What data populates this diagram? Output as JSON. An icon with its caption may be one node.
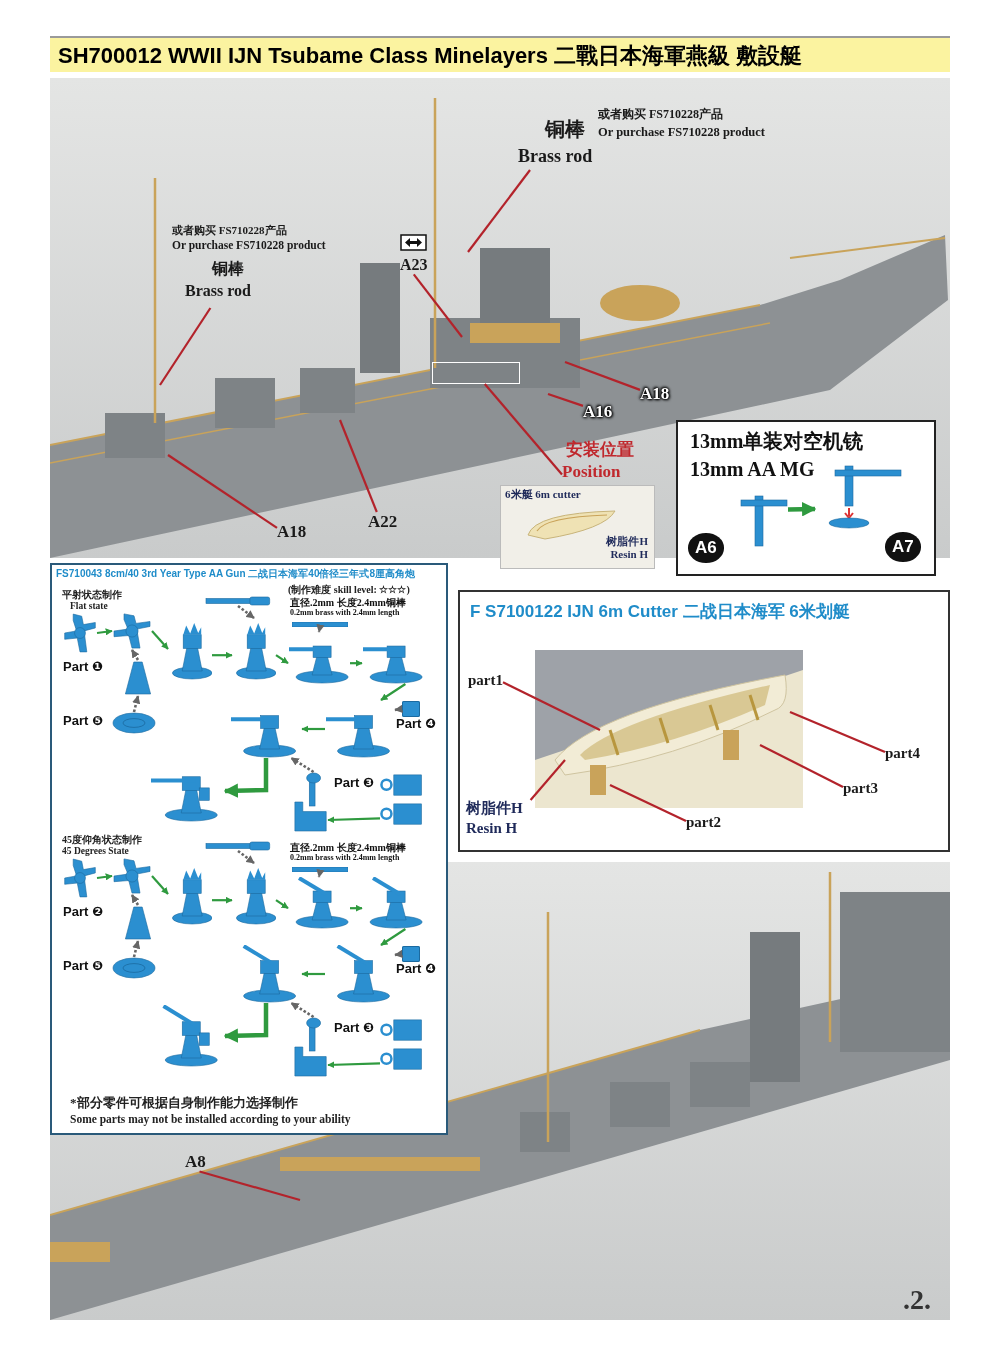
{
  "diagram": {
    "title": "SH700012 WWII IJN Tsubame Class Minelayers 二戰日本海軍燕級 敷設艇",
    "nodes": [
      {
        "text": [
          "铜棒",
          "或者购买 FS710228产品",
          "Or purchase FS710228 product",
          "Brass rod"
        ]
      },
      {
        "text": [
          "或者购买 FS710228产品",
          "Or purchase FS710228 product",
          "铜棒",
          "Brass rod"
        ]
      },
      {
        "text": [
          "A23"
        ]
      },
      {
        "text": [
          "A18"
        ]
      },
      {
        "text": [
          "A16"
        ]
      },
      {
        "text": [
          "安装位置",
          "Position"
        ]
      },
      {
        "text": [
          "A22"
        ]
      },
      {
        "text": [
          "A18"
        ]
      },
      {
        "text": [],
        "shape": "box"
      },
      {
        "text": [
          "6米艇 6m cutter",
          "树脂件H Resin H"
        ]
      },
      {
        "text": [
          "13mm单装对空机铳",
          "13mm AA MG"
        ]
      },
      {
        "text": [],
        "shape": "picture",
        "in": 10,
        "beside": [
          "A6"
        ]
      },
      {
        "text": [],
        "shape": "picture",
        "in": 10,
        "beside": [
          "A7"
        ]
      },
      {
        "text": [
          "FS710043  8cm/40 3rd Year Type AA Gun 二战日本海军40倍径三年式8厘高角炮",
          "(制作难度 skill level: ☆☆☆)"
        ]
      },
      {
        "text": [],
        "shape": "picture",
        "in": 13,
        "beside": [
          "Part ❶"
        ]
      },
      {
        "text": [],
        "shape": "picture",
        "in": 13
      },
      {
        "text": [],
        "shape": "picture",
        "in": 13
      },
      {
        "text": [],
        "shape": "picture",
        "in": 13,
        "beside": [
          "Part ❺"
        ]
      },
      {
        "text": [],
        "shape": "picture",
        "in": 13
      },
      {
        "text": [],
        "shape": "picture",
        "in": 13
      },
      {
        "text": [],
        "shape": "picture",
        "in": 13
      },
      {
        "text": [],
        "shape": "bar",
        "in": 13,
        "beside": [
          "直径.2mm 长度2.4mm铜棒",
          "0.2mm brass with 2.4mm length"
        ]
      },
      {
        "text": [],
        "shape": "picture",
        "in": 13
      },
      {
        "text": [],
        "shape": "picture",
        "in": 13
      },
      {
        "text": [],
        "shape": "box",
        "in": 13,
        "beside": [
          "Part ❹"
        ]
      },
      {
        "text": [],
        "shape": "picture",
        "in": 13
      },
      {
        "text": [],
        "shape": "picture",
        "in": 13
      },
      {
        "text": [],
        "shape": "picture",
        "in": 13,
        "beside": [
          "Part ❸"
        ]
      },
      {
        "text": [],
        "shape": "picture",
        "in": 13
      },
      {
        "text": [],
        "shape": "picture",
        "in": 13
      },
      {
        "text": [],
        "shape": "picture",
        "in": 13,
        "beside": [
          "Part ❷"
        ]
      },
      {
        "text": [],
        "shape": "picture",
        "in": 13
      },
      {
        "text": [],
        "shape": "picture",
        "in": 13
      },
      {
        "text": [],
        "shape": "picture",
        "in": 13,
        "beside": [
          "Part ❺"
        ]
      },
      {
        "text": [],
        "shape": "picture",
        "in": 13
      },
      {
        "text": [],
        "shape": "picture",
        "in": 13
      },
      {
        "text": [],
        "shape": "picture",
        "in": 13
      },
      {
        "text": [],
        "shape": "bar",
        "in": 13,
        "beside": [
          "直径.2mm 长度2.4mm铜棒",
          "0.2mm brass with 2.4mm length"
        ]
      },
      {
        "text": [],
        "shape": "picture",
        "in": 13
      },
      {
        "text": [],
        "shape": "picture",
        "in": 13
      },
      {
        "text": [],
        "shape": "box",
        "in": 13,
        "beside": [
          "Part ❹"
        ]
      },
      {
        "text": [],
        "shape": "picture",
        "in": 13
      },
      {
        "text": [],
        "shape": "picture",
        "in": 13
      },
      {
        "text": [],
        "shape": "picture",
        "in": 13,
        "beside": [
          "Part ❸"
        ]
      },
      {
        "text": [],
        "shape": "picture",
        "in": 13
      },
      {
        "text": [],
        "shape": "picture",
        "in": 13
      },
      {
        "text": [
          "F S7100122 IJN 6m Cutter 二战日本海军 6米划艇"
        ]
      },
      {
        "text": [
          "part1"
        ],
        "in": 46
      },
      {
        "text": [
          "part4"
        ],
        "in": 46
      },
      {
        "text": [
          "part3"
        ],
        "in": 46
      },
      {
        "text": [
          "树脂件H",
          "Resin H"
        ],
        "in": 46
      },
      {
        "text": [
          "part2"
        ],
        "in": 46
      },
      {
        "text": [
          "A8"
        ]
      }
    ],
    "edges": [
      {
        "from": 0,
        "to": null,
        "arrow": "none",
        "color": "#b3232b"
      },
      {
        "from": 1,
        "to": null,
        "arrow": "none",
        "color": "#b3232b"
      },
      {
        "from": 2,
        "to": null,
        "arrow": "none",
        "color": "#b3232b"
      },
      {
        "from": 3,
        "to": null,
        "arrow": "none",
        "color": "#b3232b"
      },
      {
        "from": 4,
        "to": null,
        "arrow": "none",
        "color": "#b3232b"
      },
      {
        "from": 5,
        "to": 8,
        "arrow": "none",
        "color": "#b3232b"
      },
      {
        "from": 6,
        "to": null,
        "arrow": "none",
        "color": "#b3232b"
      },
      {
        "from": 7,
        "to": null,
        "arrow": "none",
        "color": "#b3232b"
      },
      {
        "from": 11,
        "to": 12,
        "arrow": "to",
        "style": "thick"
      },
      {
        "from": 14,
        "to": 15,
        "arrow": "to"
      },
      {
        "from": 16,
        "to": 15,
        "arrow": "to",
        "style": "dashed",
        "color": "#666666"
      },
      {
        "from": 17,
        "to": 16,
        "arrow": "to",
        "style": "dashed",
        "color": "#666666"
      },
      {
        "from": 15,
        "to": 18,
        "arrow": "to"
      },
      {
        "from": 18,
        "to": 20,
        "arrow": "to"
      },
      {
        "from": 19,
        "to": 20,
        "arrow": "to",
        "style": "dashed",
        "color": "#666666"
      },
      {
        "from": 20,
        "to": 22,
        "arrow": "to"
      },
      {
        "from": 21,
        "to": 22,
        "arrow": "to",
        "style": "dashed",
        "color": "#666666"
      },
      {
        "from": 22,
        "to": 23,
        "arrow": "to"
      },
      {
        "from": 23,
        "to": 25,
        "arrow": "to"
      },
      {
        "from": 24,
        "to": 25,
        "arrow": "to",
        "style": "dashed",
        "color": "#666666"
      },
      {
        "from": 25,
        "to": 26,
        "arrow": "to"
      },
      {
        "from": 27,
        "to": 28,
        "arrow": "to"
      },
      {
        "from": 28,
        "to": 26,
        "arrow": "to",
        "style": "dashed",
        "color": "#666666"
      },
      {
        "from": 26,
        "to": 29,
        "arrow": "to",
        "style": "thick"
      },
      {
        "from": 30,
        "to": 31,
        "arrow": "to"
      },
      {
        "from": 32,
        "to": 31,
        "arrow": "to",
        "style": "dashed",
        "color": "#666666"
      },
      {
        "from": 33,
        "to": 32,
        "arrow": "to",
        "style": "dashed",
        "color": "#666666"
      },
      {
        "from": 31,
        "to": 34,
        "arrow": "to"
      },
      {
        "from": 34,
        "to": 36,
        "arrow": "to"
      },
      {
        "from": 35,
        "to": 36,
        "arrow": "to",
        "style": "dashed",
        "color": "#666666"
      },
      {
        "from": 36,
        "to": 38,
        "arrow": "to"
      },
      {
        "from": 37,
        "to": 38,
        "arrow": "to",
        "style": "dashed",
        "color": "#666666"
      },
      {
        "from": 38,
        "to": 39,
        "arrow": "to"
      },
      {
        "from": 39,
        "to": 41,
        "arrow": "to"
      },
      {
        "from": 40,
        "to": 41,
        "arrow": "to",
        "style": "dashed",
        "color": "#666666"
      },
      {
        "from": 41,
        "to": 42,
        "arrow": "to"
      },
      {
        "from": 43,
        "to": 44,
        "arrow": "to"
      },
      {
        "from": 44,
        "to": 42,
        "arrow": "to",
        "style": "dashed",
        "color": "#666666"
      },
      {
        "from": 42,
        "to": 45,
        "arrow": "to",
        "style": "thick"
      },
      {
        "from": 47,
        "to": null,
        "arrow": "none",
        "color": "#b3232b"
      },
      {
        "from": 48,
        "to": null,
        "arrow": "none",
        "color": "#b3232b"
      },
      {
        "from": 49,
        "to": null,
        "arrow": "none",
        "color": "#b3232b"
      },
      {
        "from": 50,
        "to": null,
        "arrow": "none",
        "color": "#b3232b"
      },
      {
        "from": 51,
        "to": null,
        "arrow": "none",
        "color": "#b3232b"
      },
      {
        "from": 52,
        "to": null,
        "arrow": "none",
        "color": "#b3232b"
      }
    ],
    "labels": [
      "平射状态制作",
      "Flat state",
      "45度仰角状态制作",
      "45 Degrees State",
      "*部分零件可根据自身制作能力选择制作",
      "Some parts may not be installed according to your ability",
      ".2."
    ]
  }
}
